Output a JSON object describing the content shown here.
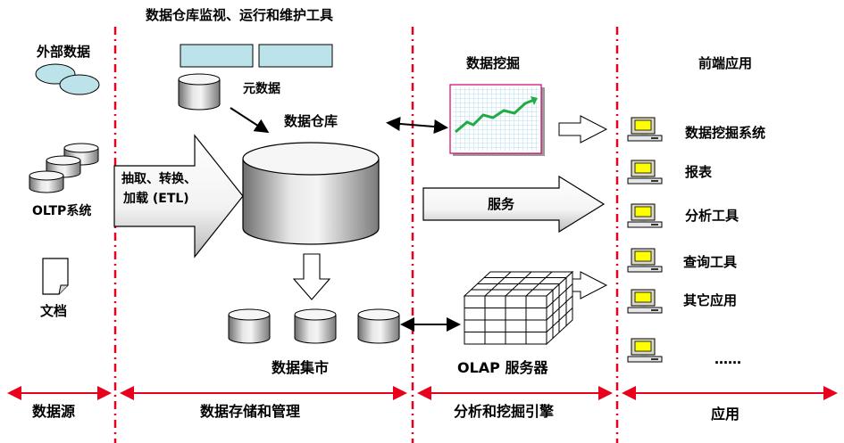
{
  "top_title": "数据仓库监视、运行和维护工具",
  "external_data": "外部数据",
  "oltp": "OLTP系统",
  "document": "文档",
  "metadata": "元数据",
  "warehouse": "数据仓库",
  "etl_line1": "抽取、转换、",
  "etl_line2": "加载 (ETL)",
  "datamart": "数据集市",
  "datamining": "数据挖掘",
  "service": "服务",
  "olap": "OLAP 服务器",
  "front_end": "前端应用",
  "apps": [
    "数据挖掘系统",
    "报表",
    "分析工具",
    "查询工具",
    "其它应用",
    "……"
  ],
  "sections": [
    "数据源",
    "数据存储和管理",
    "分析和挖掘引擎",
    "应用"
  ],
  "colors": {
    "divider": "#e8001c",
    "teal": "#bde3ea",
    "cylinder_dark": "#8a8a8a",
    "chart_grid": "#9fd4ec",
    "chart_line": "#22aa44"
  }
}
